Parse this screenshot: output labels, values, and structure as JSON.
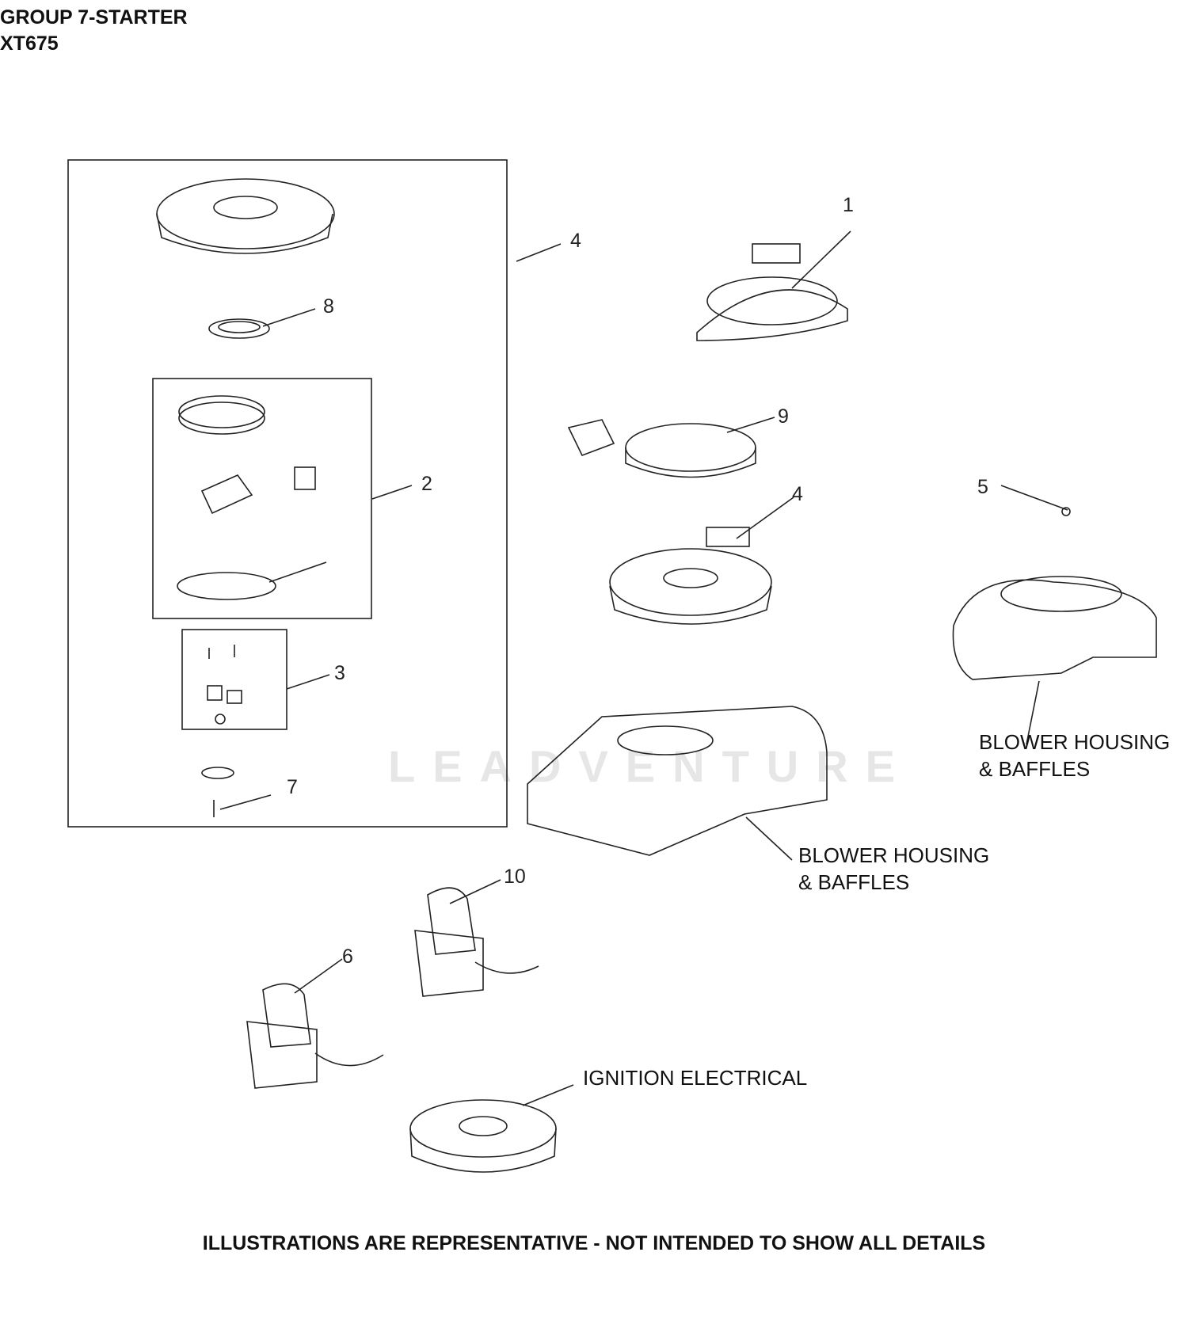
{
  "header": {
    "group": "GROUP 7-STARTER",
    "model": "XT675"
  },
  "callouts": {
    "c1": "1",
    "c2": "2",
    "c3": "3",
    "c4a": "4",
    "c4b": "4",
    "c5": "5",
    "c6": "6",
    "c7": "7",
    "c8": "8",
    "c9": "9",
    "c10": "10"
  },
  "references": {
    "blower_right_line1": "BLOWER HOUSING",
    "blower_right_line2": "& BAFFLES",
    "blower_center_line1": "BLOWER HOUSING",
    "blower_center_line2": "& BAFFLES",
    "ignition": "IGNITION ELECTRICAL"
  },
  "watermark": "LEADVENTURE",
  "footer": "ILLUSTRATIONS ARE REPRESENTATIVE - NOT INTENDED TO SHOW ALL DETAILS"
}
